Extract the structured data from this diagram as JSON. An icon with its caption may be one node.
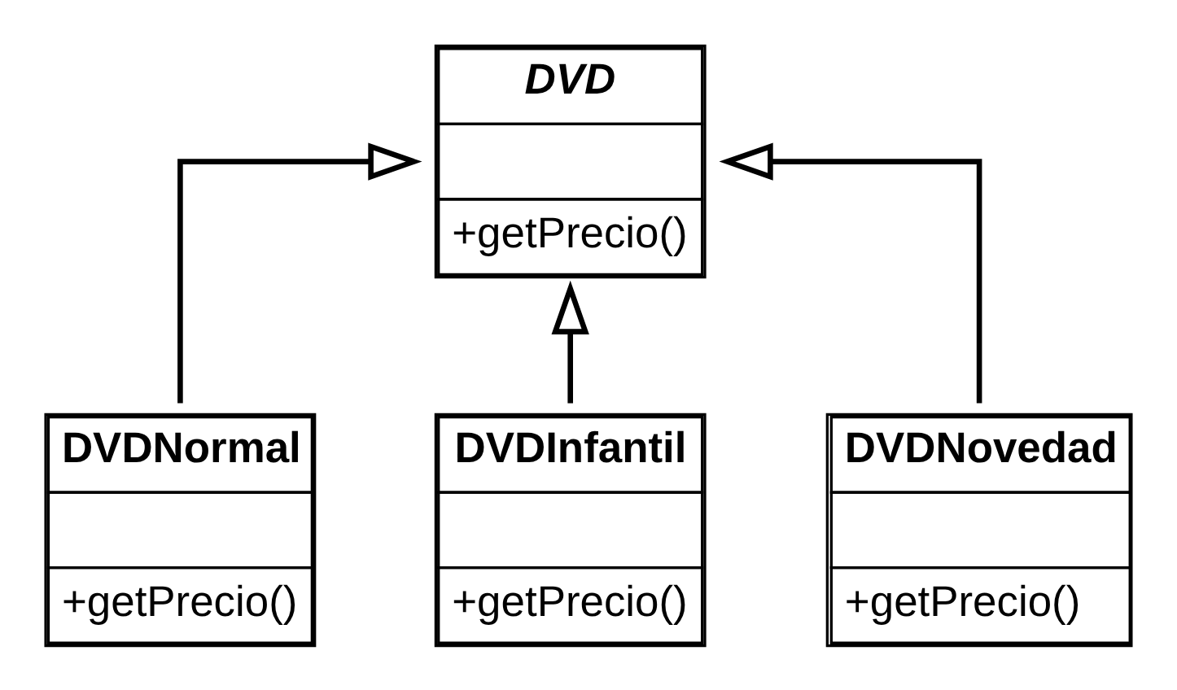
{
  "diagram": {
    "nodes": [
      {
        "text": [
          "DVD",
          "+getPrecio()"
        ]
      },
      {
        "text": [
          "DVDNormal",
          "+getPrecio()"
        ]
      },
      {
        "text": [
          "DVDInfantil",
          "+getPrecio()"
        ]
      },
      {
        "text": [
          "DVDNovedad",
          "+getPrecio()"
        ]
      }
    ],
    "edges": [
      {
        "from": 1,
        "to": 0,
        "arrow": "to"
      },
      {
        "from": 2,
        "to": 0,
        "arrow": "to"
      },
      {
        "from": 3,
        "to": 0,
        "arrow": "to"
      }
    ]
  }
}
